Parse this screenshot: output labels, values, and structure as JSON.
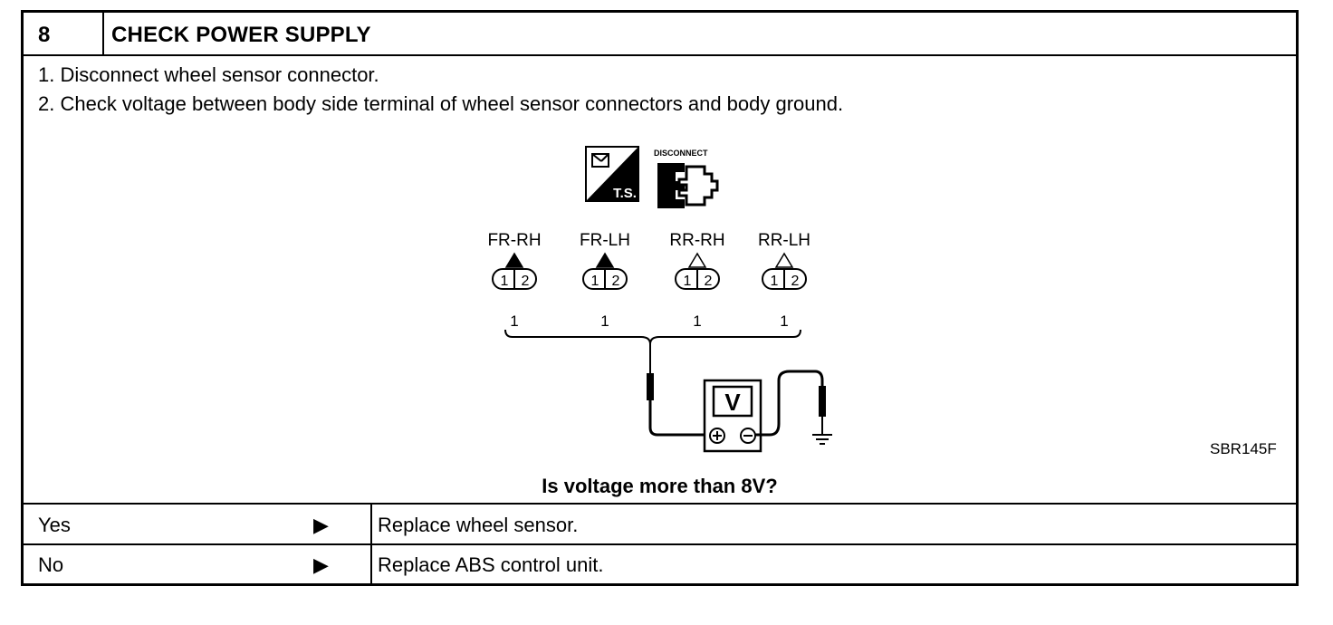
{
  "step": {
    "number": "8",
    "title": "CHECK POWER SUPPLY"
  },
  "instructions": [
    "1.  Disconnect wheel sensor connector.",
    "2.  Check voltage between body side terminal of wheel sensor connectors and body ground."
  ],
  "diagram": {
    "icons": [
      "ts-icon",
      "disconnect-icon"
    ],
    "disconnect_label": "DISCONNECT",
    "ts_label": "T.S.",
    "connectors": [
      {
        "label": "FR-RH",
        "terminal": "1",
        "pins": [
          "1",
          "2"
        ],
        "marker": "filled"
      },
      {
        "label": "FR-LH",
        "terminal": "1",
        "pins": [
          "1",
          "2"
        ],
        "marker": "filled"
      },
      {
        "label": "RR-RH",
        "terminal": "1",
        "pins": [
          "1",
          "2"
        ],
        "marker": "outline"
      },
      {
        "label": "RR-LH",
        "terminal": "1",
        "pins": [
          "1",
          "2"
        ],
        "marker": "outline"
      }
    ],
    "meter_label": "V",
    "figure_code": "SBR145F"
  },
  "question": "Is voltage more than 8V?",
  "answers": [
    {
      "label": "Yes",
      "arrow": "▶",
      "result": "Replace wheel sensor."
    },
    {
      "label": "No",
      "arrow": "▶",
      "result": "Replace ABS control unit."
    }
  ]
}
